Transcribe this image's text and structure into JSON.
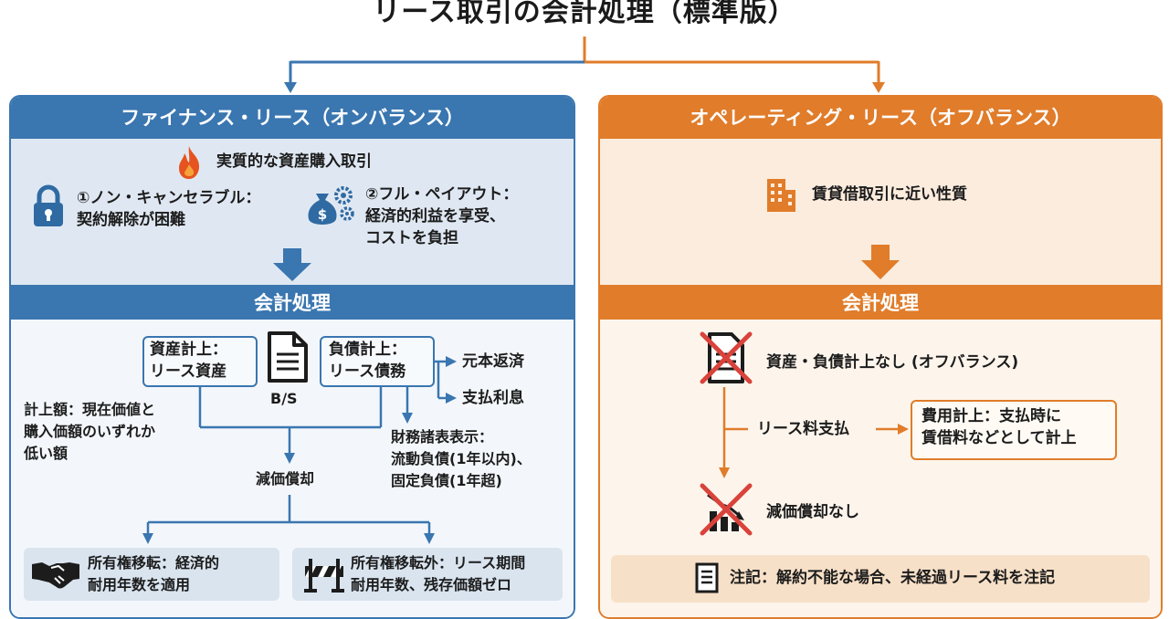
{
  "title": "リース取引の会計処理（標準版）",
  "finance": {
    "header": "ファイナンス・リース（オンバランス）",
    "essence": "実質的な資産購入取引",
    "criteria1_line1": "①ノン・キャンセラブル：",
    "criteria1_line2": "契約解除が困難",
    "criteria2_line1": "②フル・ペイアウト：",
    "criteria2_line2": "経済的利益を享受、",
    "criteria2_line3": "コストを負担",
    "accounting_header": "会計処理",
    "asset_line1": "資産計上：",
    "asset_line2": "リース資産",
    "bs_label": "B/S",
    "liability_line1": "負債計上：",
    "liability_line2": "リース債務",
    "repay_principal": "元本返済",
    "interest": "支払利息",
    "amount_line1": "計上額：現在価値と",
    "amount_line2": "購入価額のいずれか",
    "amount_line3": "低い額",
    "statement_line1": "財務諸表表示：",
    "statement_line2": "流動負債(1年以内)、",
    "statement_line3": "固定負債(1年超)",
    "depreciation": "減価償却",
    "transfer_line1": "所有権移転：経済的",
    "transfer_line2": "耐用年数を適用",
    "nontransfer_line1": "所有権移転外：リース期間",
    "nontransfer_line2": "耐用年数、残存価額ゼロ"
  },
  "operating": {
    "header": "オペレーティング・リース（オフバランス）",
    "essence": "賃貸借取引に近い性質",
    "accounting_header": "会計処理",
    "no_recognition": "資産・負債計上なし (オフバランス)",
    "lease_payment": "リース料支払",
    "expense_line1": "費用計上：支払時に",
    "expense_line2": "賃借料などとして計上",
    "no_depreciation": "減価償却なし",
    "note": "注記：解約不能な場合、未経過リース料を注記"
  },
  "colors": {
    "finance_blue": "#3a76b0",
    "operating_orange": "#e07c2a",
    "cross_red": "#d9433b"
  },
  "icons": [
    "fire-icon",
    "lock-icon",
    "money-gear-icon",
    "document-icon",
    "building-icon",
    "crossed-document-icon",
    "crossed-chart-icon",
    "handshake-icon",
    "barrier-icon",
    "note-icon"
  ]
}
